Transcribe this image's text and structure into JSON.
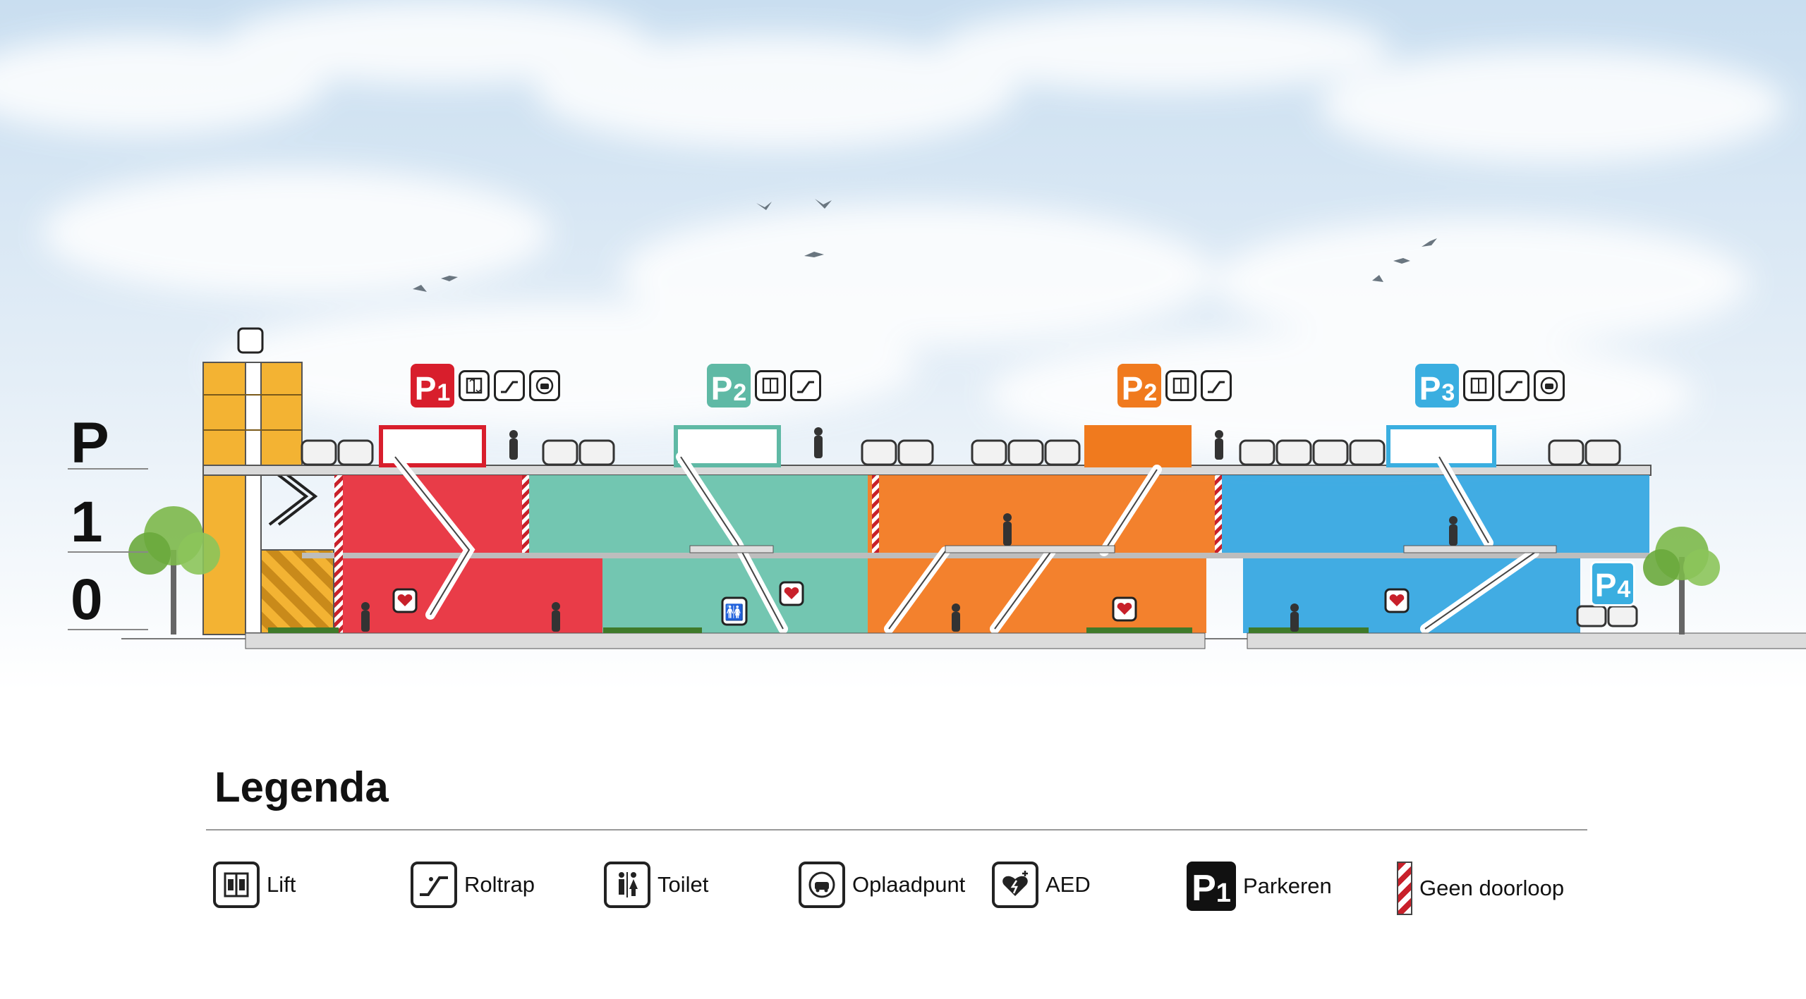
{
  "floors": {
    "p": "P",
    "one": "1",
    "zero": "0"
  },
  "parking": [
    {
      "letter": "P",
      "num": "1",
      "color": "#d81e2c",
      "facilities": [
        "lift-icon",
        "escalator-icon",
        "charging-icon"
      ]
    },
    {
      "letter": "P",
      "num": "2",
      "color": "#5fb9a5",
      "facilities": [
        "lift-icon",
        "escalator-icon"
      ]
    },
    {
      "letter": "P",
      "num": "2",
      "color": "#f07a1e",
      "facilities": [
        "lift-icon",
        "escalator-icon"
      ]
    },
    {
      "letter": "P",
      "num": "3",
      "color": "#3aaee0",
      "facilities": [
        "lift-icon",
        "escalator-icon",
        "charging-icon"
      ]
    },
    {
      "letter": "P",
      "num": "4",
      "color": "#3aaee0",
      "facilities": []
    }
  ],
  "colors": {
    "sky": "#dce9f3",
    "stair": "#f3b333",
    "red": "#e8323e",
    "teal": "#6cc3ad",
    "orange": "#f27a22",
    "blue": "#37a8e2",
    "slab": "#d9d9d9",
    "grass": "#3f7a2a"
  },
  "legend": {
    "title": "Legenda",
    "items": [
      {
        "icon": "lift-icon",
        "label": "Lift"
      },
      {
        "icon": "escalator-icon",
        "label": "Roltrap"
      },
      {
        "icon": "toilet-icon",
        "label": "Toilet"
      },
      {
        "icon": "charging-icon",
        "label": "Oplaadpunt"
      },
      {
        "icon": "aed-icon",
        "label": "AED"
      },
      {
        "icon": "parking-icon",
        "label": "Parkeren",
        "badge_letter": "P",
        "badge_num": "1"
      },
      {
        "icon": "no-passage-icon",
        "label": "Geen doorloop"
      }
    ]
  }
}
